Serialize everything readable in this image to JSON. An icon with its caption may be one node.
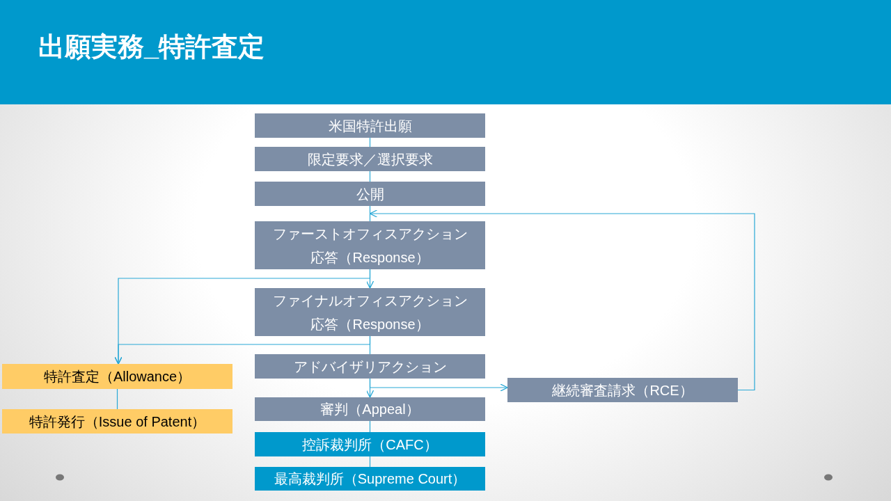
{
  "diagram": {
    "title": "出願実務_特許査定",
    "nodes": [
      {
        "text": [
          "米国特許出願"
        ]
      },
      {
        "text": [
          "限定要求／選択要求"
        ]
      },
      {
        "text": [
          "公開"
        ]
      },
      {
        "text": [
          "ファーストオフィスアクション",
          "応答（Response）"
        ]
      },
      {
        "text": [
          "ファイナルオフィスアクション",
          "応答（Response）"
        ]
      },
      {
        "text": [
          "アドバイザリアクション"
        ]
      },
      {
        "text": [
          "審判（Appeal）"
        ]
      },
      {
        "text": [
          "控訴裁判所（CAFC）"
        ]
      },
      {
        "text": [
          "最高裁判所（Supreme Court）"
        ]
      },
      {
        "text": [
          "特許査定（Allowance）"
        ]
      },
      {
        "text": [
          "特許発行（Issue of Patent）"
        ]
      },
      {
        "text": [
          "継続審査請求（RCE）"
        ]
      }
    ],
    "edges": [
      {
        "from": 0,
        "to": 1,
        "arrow": "none"
      },
      {
        "from": 1,
        "to": 2,
        "arrow": "none"
      },
      {
        "from": 2,
        "to": 3,
        "arrow": "none"
      },
      {
        "from": 11,
        "to": 3,
        "arrow": "to"
      },
      {
        "from": 3,
        "to": 4,
        "arrow": "to"
      },
      {
        "from": 3,
        "to": 9,
        "arrow": "to"
      },
      {
        "from": 4,
        "to": 9,
        "arrow": "to"
      },
      {
        "from": 4,
        "to": 5,
        "arrow": "none"
      },
      {
        "from": 5,
        "to": 6,
        "arrow": "to"
      },
      {
        "from": 5,
        "to": 11,
        "arrow": "to"
      },
      {
        "from": 6,
        "to": 7,
        "arrow": "none"
      },
      {
        "from": 7,
        "to": 8,
        "arrow": "none"
      },
      {
        "from": 9,
        "to": 10,
        "arrow": "none"
      }
    ]
  }
}
